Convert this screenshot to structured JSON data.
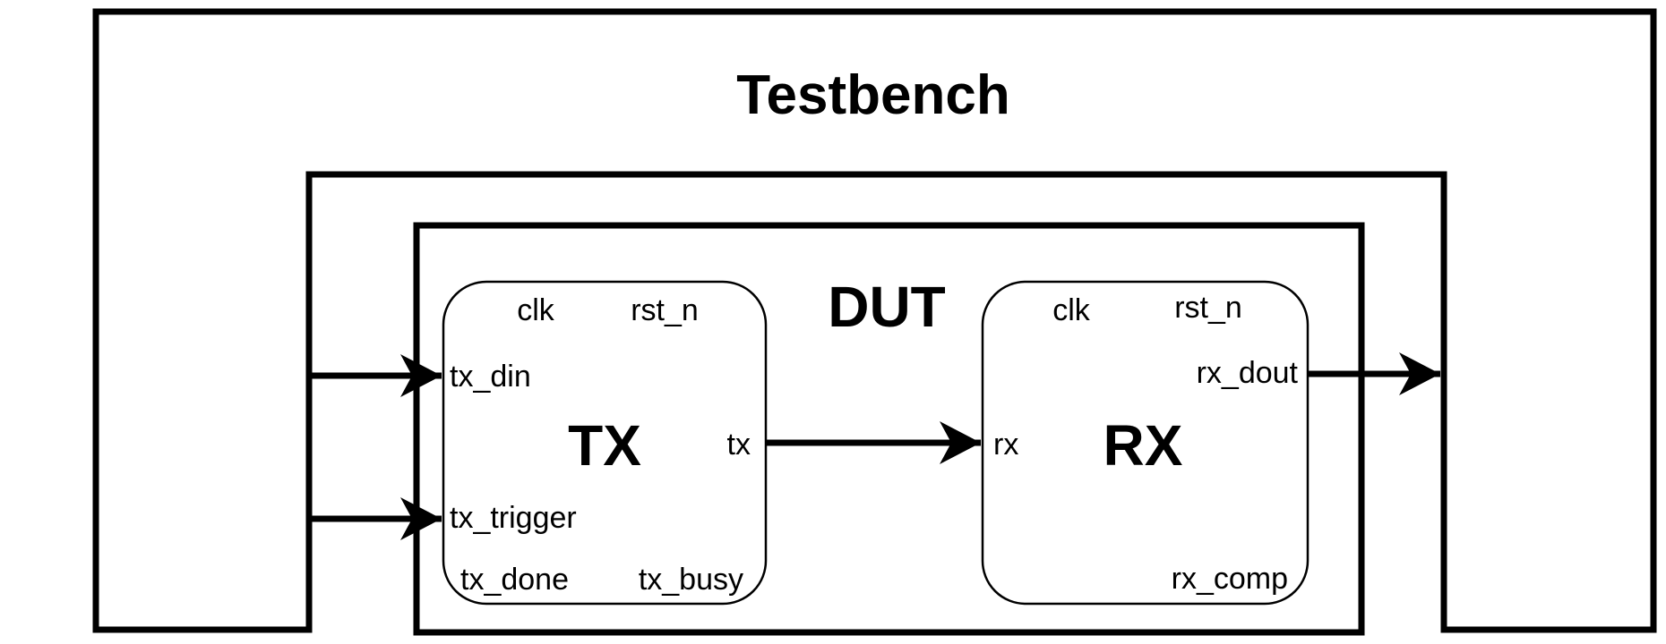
{
  "labels": {
    "testbench": "Testbench",
    "dut": "DUT",
    "tx": "TX",
    "rx": "RX"
  },
  "tx_ports": {
    "clk": "clk",
    "rst_n": "rst_n",
    "tx_din": "tx_din",
    "tx": "tx",
    "tx_trigger": "tx_trigger",
    "tx_done": "tx_done",
    "tx_busy": "tx_busy"
  },
  "rx_ports": {
    "clk": "clk",
    "rst_n": "rst_n",
    "rx_dout": "rx_dout",
    "rx": "rx",
    "rx_comp": "rx_comp"
  }
}
